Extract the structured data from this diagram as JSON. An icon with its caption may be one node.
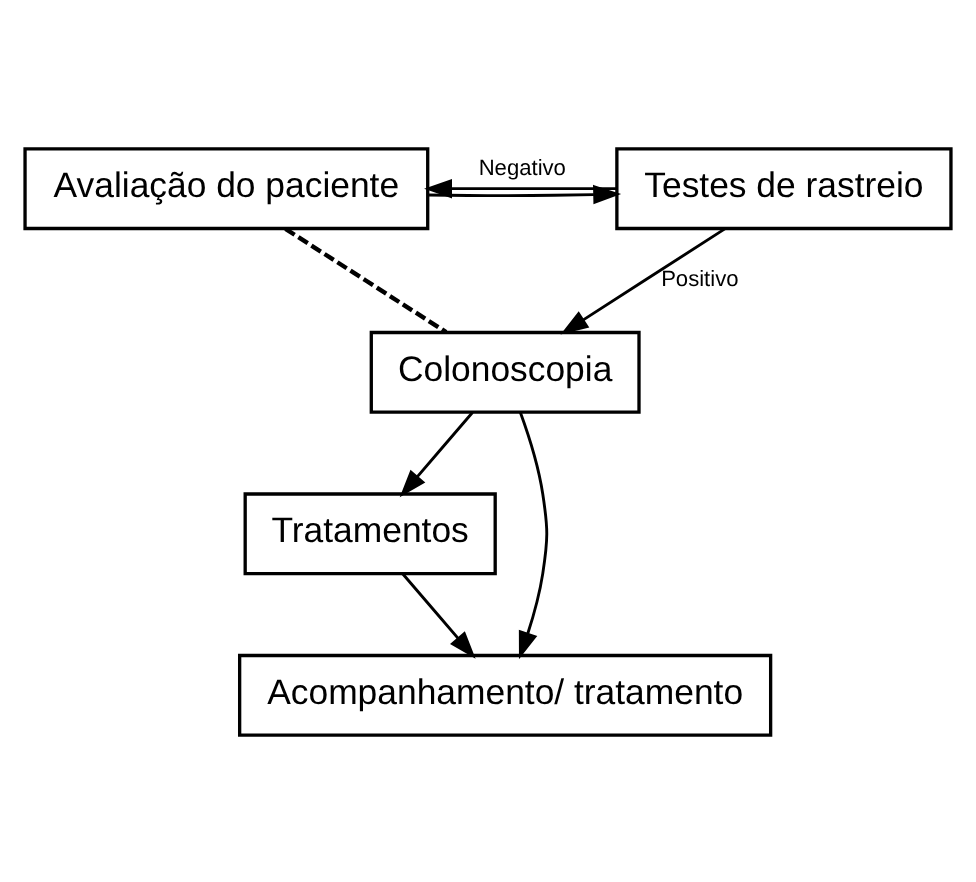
{
  "diagram": {
    "nodes": [
      {
        "text": [
          "Avaliação do paciente"
        ]
      },
      {
        "text": [
          "Testes de rastreio"
        ]
      },
      {
        "text": [
          "Colonoscopia"
        ]
      },
      {
        "text": [
          "Tratamentos"
        ]
      },
      {
        "text": [
          "Acompanhamento/ tratamento"
        ]
      }
    ],
    "edges": [
      {
        "from": 0,
        "to": 1,
        "arrow": "to"
      },
      {
        "from": 1,
        "to": 0,
        "arrow": "to",
        "label": "Negativo"
      },
      {
        "from": 1,
        "to": 2,
        "arrow": "to",
        "label": "Positivo"
      },
      {
        "from": 0,
        "to": 2,
        "arrow": "none",
        "style": "dashed"
      },
      {
        "from": 2,
        "to": 3,
        "arrow": "to"
      },
      {
        "from": 2,
        "to": 4,
        "arrow": "to"
      },
      {
        "from": 3,
        "to": 4,
        "arrow": "to"
      }
    ]
  }
}
